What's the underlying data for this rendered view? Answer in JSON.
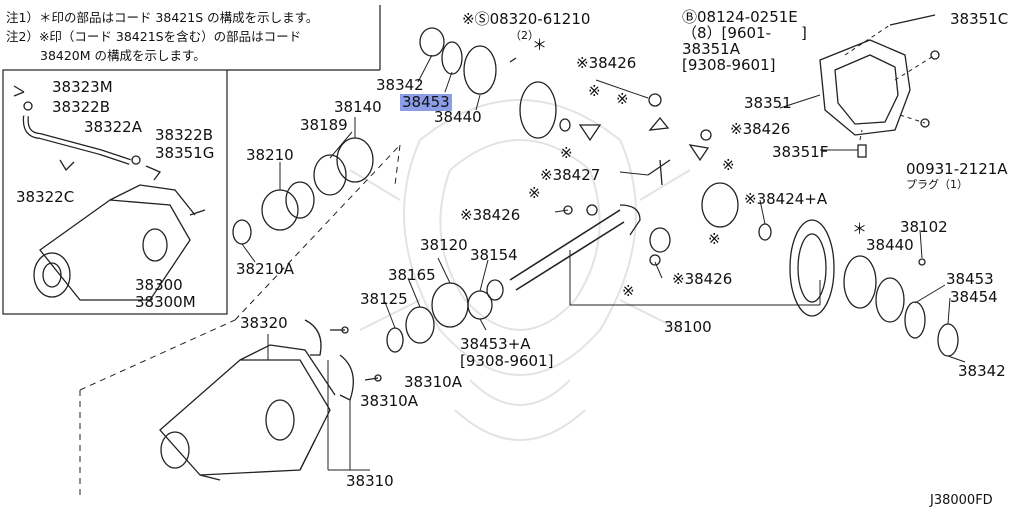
{
  "notes": [
    "注1）＊印の部品はコード 38421S の構成を示します。",
    "注2）※印（コード 38421Sを含む）の部品はコード",
    "38420M の構成を示します。"
  ],
  "labels": {
    "p38323M": "38323M",
    "p38322B_a": "38322B",
    "p38322A": "38322A",
    "p38322B_b": "38322B",
    "p38351G": "38351G",
    "p38322C": "38322C",
    "p38300": "38300",
    "p38300M": "38300M",
    "p38342_top": "38342",
    "p38453_top": "38453",
    "p38440_top": "38440",
    "p38140": "38140",
    "p38189": "38189",
    "p38210": "38210",
    "p38210A": "38210A",
    "bolt_top": "※Ⓢ08320-61210",
    "bolt_top_qty": "（2）",
    "star_top": "＊",
    "p38426_a": "※38426",
    "p38427": "※38427",
    "p38426_b": "※38426",
    "p38426_c": "※38426",
    "p38426_d": "※38426",
    "p38424A": "※38424+A",
    "mark1": "※",
    "mark2": "※",
    "mark3": "※",
    "mark4": "※",
    "mark5": "※",
    "mark6": "※",
    "mark7": "※",
    "bolt_cover": "Ⓑ08124-0251E",
    "bolt_cover_range": "（8）[9601-　　]",
    "p38351A": "38351A",
    "p38351A_range": "[9308-9601]",
    "p38351C": "38351C",
    "p38351": "38351",
    "p38351F": "38351F",
    "p00931": "00931-2121A",
    "plug": "プラグ（1）",
    "p38102": "38102",
    "star_right": "＊",
    "p38440_right": "38440",
    "p38453_right": "38453",
    "p38454": "38454",
    "p38342_right": "38342",
    "p38120": "38120",
    "p38154": "38154",
    "p38165": "38165",
    "p38125": "38125",
    "p38453A": "38453+A",
    "p38453A_range": "[9308-9601]",
    "p38100": "38100",
    "p38320": "38320",
    "p38310A_a": "38310A",
    "p38310A_b": "38310A",
    "p38310": "38310",
    "diagram_code": "J38000FD"
  },
  "colors": {
    "line": "#222222",
    "highlight": "#8c9ee6",
    "watermark": "#e6e6e6"
  }
}
